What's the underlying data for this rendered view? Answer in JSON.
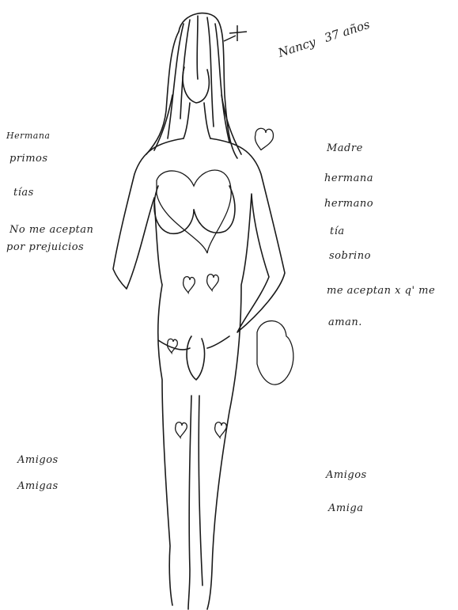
{
  "caption": {
    "name": "Nancy",
    "age": "37 años"
  },
  "left_notes": {
    "upper": [
      "Hermana",
      "primos",
      "tías",
      "No me aceptan",
      "por prejuicios"
    ],
    "lower": [
      "Amigos",
      "Amigas"
    ]
  },
  "right_notes": {
    "upper": [
      "Madre",
      "hermana",
      "hermano",
      "tía",
      "sobrino",
      "me aceptan x q' me",
      "aman."
    ],
    "lower": [
      "Amigos",
      "Amiga"
    ]
  },
  "icons": [
    "cross-mark",
    "heart-mark"
  ],
  "colors": {
    "ink": "#1a1a1a",
    "paper": "#ffffff"
  }
}
